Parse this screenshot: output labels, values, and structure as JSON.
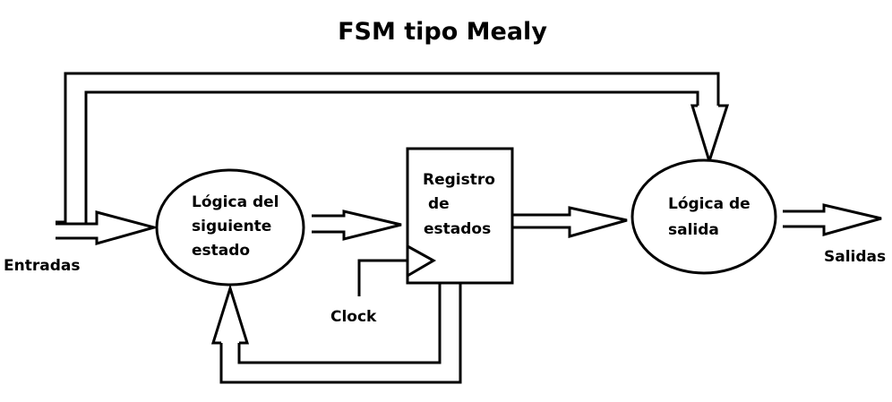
{
  "title": "FSM tipo Mealy",
  "blocks": {
    "next_state_logic": [
      "Lógica del",
      "siguiente",
      "estado"
    ],
    "state_register": [
      "Registro",
      "de",
      "estados"
    ],
    "output_logic": [
      "Lógica de",
      "salida"
    ]
  },
  "signals": {
    "inputs": "Entradas",
    "outputs": "Salidas",
    "clock": "Clock"
  }
}
